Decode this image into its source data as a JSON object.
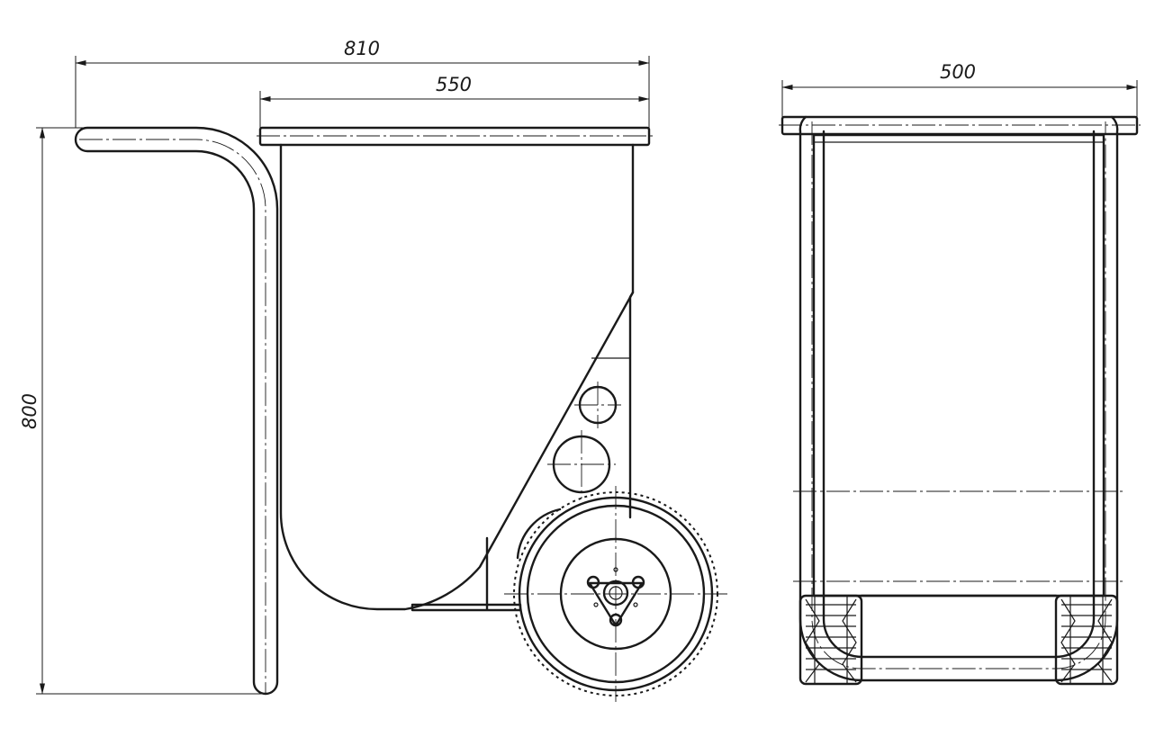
{
  "drawing": {
    "dimensions": {
      "overall_length": "810",
      "body_length": "550",
      "width": "500",
      "height": "800"
    }
  }
}
